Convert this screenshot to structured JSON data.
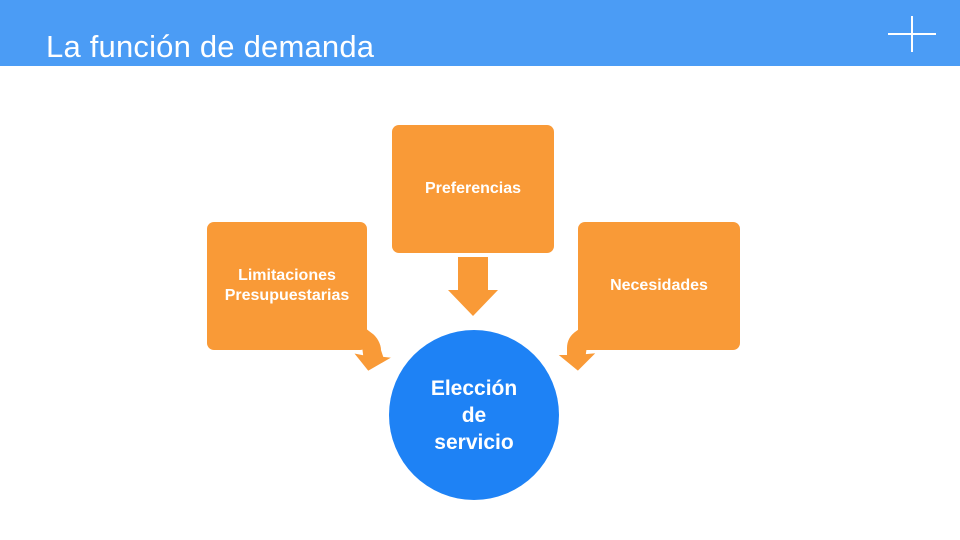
{
  "header": {
    "title": "La función de demanda",
    "plus_icon": "plus-icon",
    "bar_color": "#4b9cf5"
  },
  "diagram": {
    "center": "Elección\nde\nservicio",
    "inputs": [
      {
        "label": "Limitaciones\nPresupuestarias"
      },
      {
        "label": "Preferencias"
      },
      {
        "label": "Necesidades"
      }
    ],
    "box_color": "#f99a37",
    "center_color": "#1e82f5"
  }
}
